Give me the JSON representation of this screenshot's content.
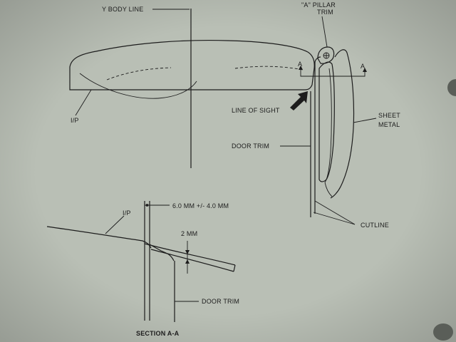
{
  "labels": {
    "y_body_line": "Y BODY LINE",
    "a_pillar_trim_line1": "\"A\" PILLAR",
    "a_pillar_trim_line2": "TRIM",
    "section_mark_left": "A",
    "section_mark_right": "A",
    "ip_top": "I/P",
    "line_of_sight": "LINE OF SIGHT",
    "sheet_metal_line1": "SHEET",
    "sheet_metal_line2": "METAL",
    "door_trim_top": "DOOR TRIM",
    "cutline": "CUTLINE",
    "ip_section": "I/P",
    "gap_dimension": "6.0 MM +/- 4.0 MM",
    "offset_dimension": "2 MM",
    "door_trim_section": "DOOR TRIM",
    "section_title": "SECTION A-A"
  },
  "colors": {
    "paper": "#b9bfb5",
    "ink": "#1c1c1c"
  }
}
